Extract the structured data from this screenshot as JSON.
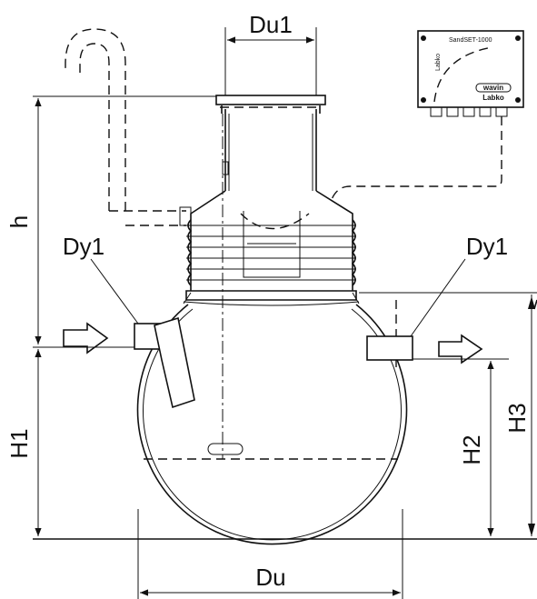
{
  "labels": {
    "du1": "Du1",
    "du": "Du",
    "h": "h",
    "h1": "H1",
    "h2": "H2",
    "h3": "H3",
    "dy1_left": "Dy1",
    "dy1_right": "Dy1"
  },
  "controller": {
    "model": "SandSET-1000",
    "brand_vertical": "Labko",
    "logo_wavin": "wavin",
    "logo_labko": "Labko"
  }
}
